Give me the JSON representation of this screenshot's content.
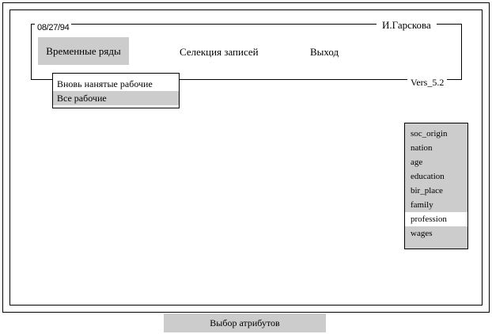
{
  "header": {
    "date": "08/27/94",
    "author": "И.Гарскова",
    "version": "Vers_5.2"
  },
  "menu": {
    "items": [
      {
        "label": "Временные ряды",
        "selected": true
      },
      {
        "label": "Селекция записей",
        "selected": false
      },
      {
        "label": "Выход",
        "selected": false
      }
    ]
  },
  "dropdown": {
    "items": [
      {
        "label": "Вновь нанятые рабочие"
      },
      {
        "label": "Все рабочие"
      }
    ],
    "highlighted_index": 1
  },
  "attributes": {
    "items": [
      "soc_origin",
      "nation",
      "age",
      "education",
      "bir_place",
      "family",
      "profession",
      "wages"
    ],
    "highlighted": "profession"
  },
  "status": {
    "label": "Выбор атрибутов"
  },
  "colors": {
    "highlight": "#cccccc",
    "background": "#ffffff",
    "border": "#000000"
  }
}
